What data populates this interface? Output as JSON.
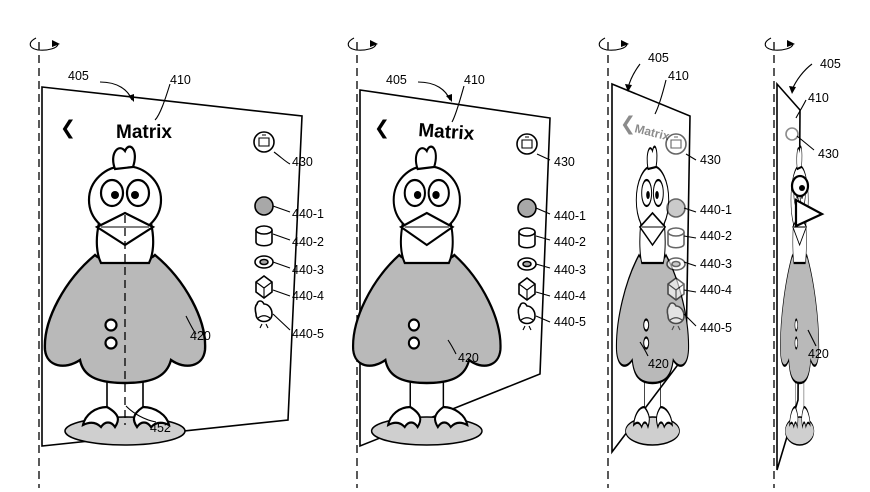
{
  "figure": {
    "ref_405": "405",
    "ref_410": "410",
    "ref_420": "420",
    "ref_430": "430",
    "ref_452": "452",
    "ref_440_1": "440-1",
    "ref_440_2": "440-2",
    "ref_440_3": "440-3",
    "ref_440_4": "440-4",
    "ref_440_5": "440-5",
    "app_title": "Matrix",
    "nav_glyph": "❮"
  },
  "icons": [
    "back-chevron-icon",
    "camera-lens-icon",
    "sphere-icon",
    "cylinder-icon",
    "disc-icon",
    "cube-icon",
    "chicken-icon",
    "rotate-arrow-icon"
  ]
}
